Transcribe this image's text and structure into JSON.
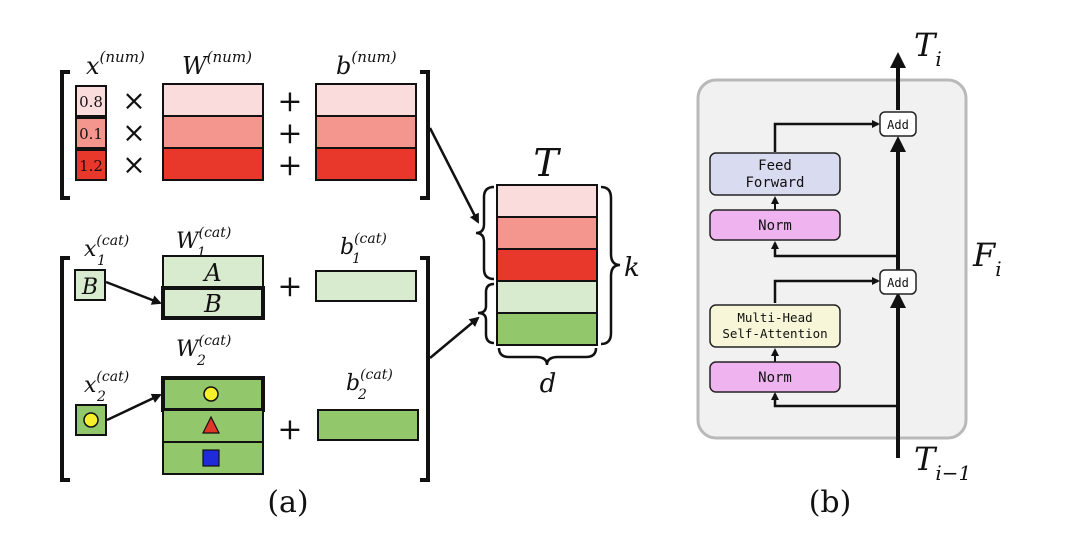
{
  "colors": {
    "red_light": "#fbdcdc",
    "red_mid": "#f5968e",
    "red_dark": "#e8382c",
    "green_light": "#d9ebcf",
    "green_dark": "#93c76c",
    "ff_block": "#d9dbf1",
    "attn_block": "#f7f6d8",
    "norm_block": "#efb3f0",
    "panel_bg": "#f1f1f1",
    "panel_border": "#b9b9b9",
    "yellow": "#f6f02a",
    "triangle": "#e0362a",
    "square": "#1f2bd9"
  },
  "panel_a": {
    "caption": "(a)",
    "numeric": {
      "x_label_base": "x",
      "x_label_sup": "(num)",
      "w_label_base": "W",
      "w_label_sup": "(num)",
      "b_label_base": "b",
      "b_label_sup": "(num)",
      "values": [
        "0.8",
        "0.1",
        "1.2"
      ],
      "times_symbol": "×",
      "plus_symbol": "+"
    },
    "cat1": {
      "x_label_base": "x",
      "x_label_sub": "1",
      "x_label_sup": "(cat)",
      "value": "B",
      "w_label_base": "W",
      "w_label_sub": "1",
      "w_label_sup": "(cat)",
      "rows": [
        "A",
        "B"
      ],
      "b_label_base": "b",
      "b_label_sub": "1",
      "b_label_sup": "(cat)",
      "plus_symbol": "+"
    },
    "cat2": {
      "x_label_base": "x",
      "x_label_sub": "2",
      "x_label_sup": "(cat)",
      "value_icon": "circle-icon",
      "w_label_base": "W",
      "w_label_sub": "2",
      "w_label_sup": "(cat)",
      "row_icons": [
        "circle-icon",
        "triangle-icon",
        "square-icon"
      ],
      "b_label_base": "b",
      "b_label_sub": "2",
      "b_label_sup": "(cat)",
      "plus_symbol": "+"
    },
    "output": {
      "label": "T",
      "k_label": "k",
      "d_label": "d"
    }
  },
  "panel_b": {
    "caption": "(b)",
    "output_label_base": "T",
    "output_label_sub": "i",
    "input_label_base": "T",
    "input_label_sub": "i−1",
    "block_label_base": "F",
    "block_label_sub": "i",
    "feed_forward": [
      "Feed",
      "Forward"
    ],
    "attention": [
      "Multi-Head",
      "Self-Attention"
    ],
    "norm_top": "Norm",
    "norm_bottom": "Norm",
    "add_top": "Add",
    "add_bottom": "Add"
  }
}
